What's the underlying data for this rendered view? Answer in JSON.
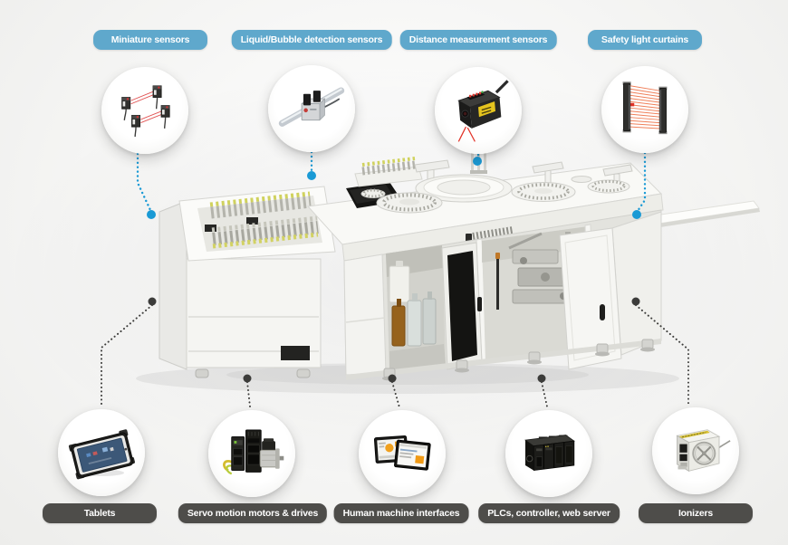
{
  "colors": {
    "top_badge_bg": "#5fa8cc",
    "bottom_badge_bg": "#4e4d4a",
    "badge_text": "#ffffff",
    "top_connector": "#1a9ad5",
    "bottom_connector": "#3c3c3a"
  },
  "top_callouts": [
    {
      "label": "Miniature sensors",
      "icon": "miniature-sensors-icon"
    },
    {
      "label": "Liquid/Bubble detection sensors",
      "icon": "liquid-bubble-sensor-icon"
    },
    {
      "label": "Distance measurement sensors",
      "icon": "distance-sensor-icon"
    },
    {
      "label": "Safety light curtains",
      "icon": "safety-light-curtain-icon"
    }
  ],
  "bottom_callouts": [
    {
      "label": "Tablets",
      "icon": "tablet-icon"
    },
    {
      "label": "Servo motion motors & drives",
      "icon": "servo-motor-drive-icon"
    },
    {
      "label": "Human machine interfaces",
      "icon": "hmi-panel-icon"
    },
    {
      "label": "PLCs, controller, web server",
      "icon": "plc-controller-icon"
    },
    {
      "label": "Ionizers",
      "icon": "ionizer-icon"
    }
  ]
}
